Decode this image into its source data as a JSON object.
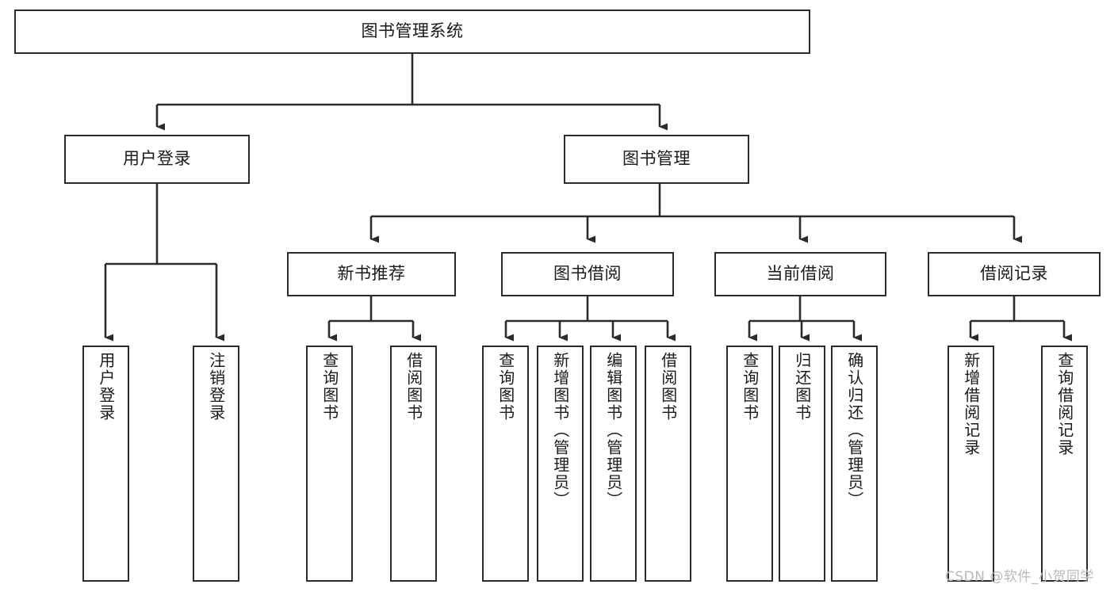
{
  "diagram": {
    "title": "图书管理系统",
    "type": "functional-structure-tree",
    "orientation": "top-down",
    "colors": {
      "box_border": "#2b2b2b",
      "box_fill": "#ffffff",
      "edge": "#2b2b2b",
      "text": "#1a1a1a",
      "watermark": "#b9b9b9",
      "background": "#ffffff"
    }
  },
  "nodes": {
    "root": {
      "label": "图书管理系统",
      "orientation": "horizontal"
    },
    "level2": [
      {
        "id": "user-login",
        "label": "用户登录",
        "orientation": "horizontal"
      },
      {
        "id": "book-manage",
        "label": "图书管理",
        "orientation": "horizontal"
      }
    ],
    "level3": [
      {
        "id": "new-book-recommend",
        "label": "新书推荐",
        "orientation": "horizontal"
      },
      {
        "id": "book-borrow",
        "label": "图书借阅",
        "orientation": "horizontal"
      },
      {
        "id": "current-borrow",
        "label": "当前借阅",
        "orientation": "horizontal"
      },
      {
        "id": "borrow-record",
        "label": "借阅记录",
        "orientation": "horizontal"
      }
    ],
    "leaves": {
      "user-login": [
        {
          "id": "leaf-user-login",
          "label": "用户登录",
          "orientation": "vertical"
        },
        {
          "id": "leaf-user-logout",
          "label": "注销登录",
          "orientation": "vertical"
        }
      ],
      "new-book-recommend": [
        {
          "id": "leaf-query-book-1",
          "label": "查询图书",
          "orientation": "vertical"
        },
        {
          "id": "leaf-borrow-book-1",
          "label": "借阅图书",
          "orientation": "vertical"
        }
      ],
      "book-borrow": [
        {
          "id": "leaf-query-book-2",
          "label": "查询图书",
          "orientation": "vertical"
        },
        {
          "id": "leaf-add-book",
          "label": "新增图书（管理员）",
          "orientation": "vertical"
        },
        {
          "id": "leaf-edit-book",
          "label": "编辑图书（管理员）",
          "orientation": "vertical"
        },
        {
          "id": "leaf-borrow-book-2",
          "label": "借阅图书",
          "orientation": "vertical"
        }
      ],
      "current-borrow": [
        {
          "id": "leaf-query-book-3",
          "label": "查询图书",
          "orientation": "vertical"
        },
        {
          "id": "leaf-return-book",
          "label": "归还图书",
          "orientation": "vertical"
        },
        {
          "id": "leaf-confirm-return",
          "label": "确认归还（管理员）",
          "orientation": "vertical"
        }
      ],
      "borrow-record": [
        {
          "id": "leaf-add-record",
          "label": "新增借阅记录",
          "orientation": "vertical"
        },
        {
          "id": "leaf-query-record",
          "label": "查询借阅记录",
          "orientation": "vertical"
        }
      ]
    }
  },
  "watermark": {
    "text": "CSDN @软件_小贺同学"
  }
}
